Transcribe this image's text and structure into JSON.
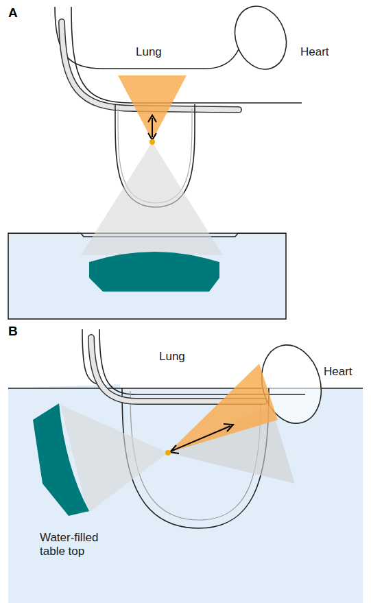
{
  "diagram": {
    "labels": [
      "A",
      "Lung",
      "Heart",
      "B",
      "Lung",
      "Heart",
      "Water-filled table top"
    ]
  }
}
